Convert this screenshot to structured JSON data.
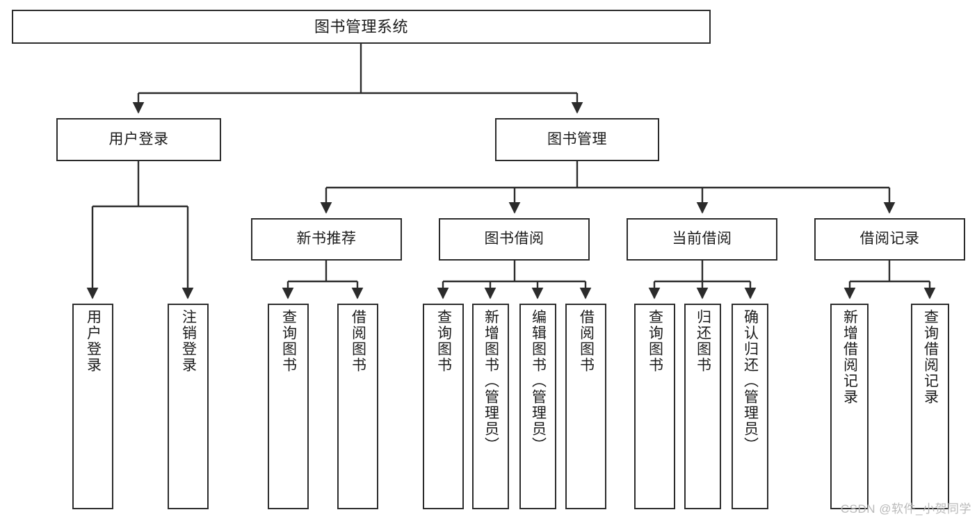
{
  "diagram": {
    "title": "图书管理系统",
    "type": "hierarchy-tree",
    "watermark": "CSDN @软件_小贺同学",
    "colors": {
      "box_border": "#2b2b2b",
      "box_fill": "#ffffff",
      "connector": "#2b2b2b",
      "text": "#1a1a1a",
      "watermark": "#b9b9b9",
      "background": "#ffffff"
    },
    "levels": {
      "root": {
        "label": "图书管理系统"
      },
      "level2": [
        {
          "label": "用户登录"
        },
        {
          "label": "图书管理"
        }
      ],
      "level3": [
        {
          "label": "新书推荐"
        },
        {
          "label": "图书借阅"
        },
        {
          "label": "当前借阅"
        },
        {
          "label": "借阅记录"
        }
      ],
      "leaves": [
        {
          "label": "用户登录",
          "parent": "用户登录"
        },
        {
          "label": "注销登录",
          "parent": "用户登录"
        },
        {
          "label": "查询图书",
          "parent": "新书推荐"
        },
        {
          "label": "借阅图书",
          "parent": "新书推荐"
        },
        {
          "label": "查询图书",
          "parent": "图书借阅"
        },
        {
          "label": "新增图书（管理员）",
          "parent": "图书借阅"
        },
        {
          "label": "编辑图书（管理员）",
          "parent": "图书借阅"
        },
        {
          "label": "借阅图书",
          "parent": "图书借阅"
        },
        {
          "label": "查询图书",
          "parent": "当前借阅"
        },
        {
          "label": "归还图书",
          "parent": "当前借阅"
        },
        {
          "label": "确认归还（管理员）",
          "parent": "当前借阅"
        },
        {
          "label": "新增借阅记录",
          "parent": "借阅记录"
        },
        {
          "label": "查询借阅记录",
          "parent": "借阅记录"
        }
      ]
    }
  }
}
